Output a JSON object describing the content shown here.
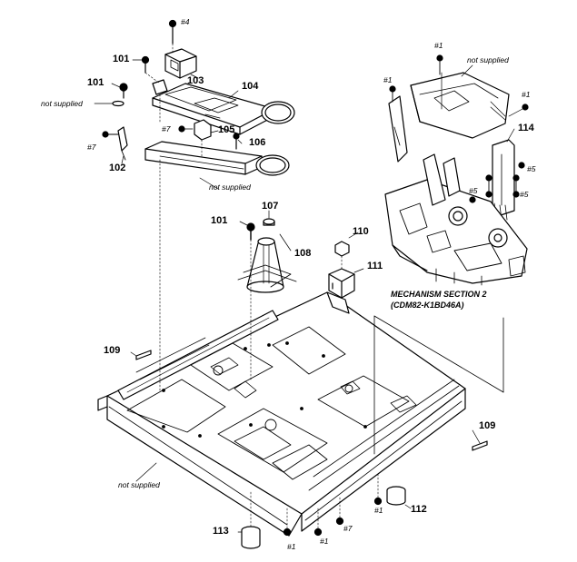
{
  "callouts": {
    "p101a": "101",
    "p101b": "101",
    "p101c": "101",
    "p102": "102",
    "p103": "103",
    "p104": "104",
    "p105": "105",
    "p106": "106",
    "p107": "107",
    "p108": "108",
    "p109a": "109",
    "p109b": "109",
    "p110": "110",
    "p111": "111",
    "p112": "112",
    "p113": "113",
    "p114": "114"
  },
  "screw_refs": {
    "s4": "#4",
    "s7a": "#7",
    "s7b": "#7",
    "s7c": "#7",
    "s1a": "#1",
    "s1b": "#1",
    "s1c": "#1",
    "s1d": "#1",
    "s1e": "#1",
    "s1f": "#1",
    "s5a": "#5",
    "s5b": "#5",
    "s5c": "#5"
  },
  "notes": {
    "ns1": "not supplied",
    "ns2": "not supplied",
    "ns3": "not supplied",
    "ns4": "not supplied"
  },
  "mechanism": {
    "title": "MECHANISM SECTION 2",
    "model": "(CDM82-K1BD46A)"
  }
}
